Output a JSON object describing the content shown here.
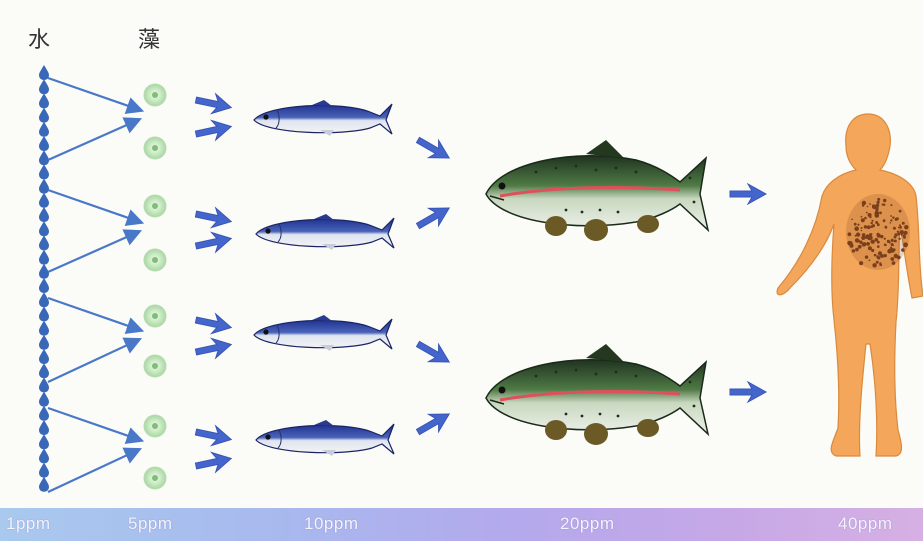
{
  "headers": {
    "water": "水",
    "algae": "藻"
  },
  "scale_labels": [
    "1ppm",
    "5ppm",
    "10ppm",
    "20ppm",
    "40ppm"
  ],
  "colors": {
    "water_drop": "#3a68b8",
    "arrow": "#4466cc",
    "algae": "#c6e8c0",
    "sardine_back": "#22349a",
    "trout_back": "#2d4a2a",
    "trout_stripe": "#e0505a",
    "human": "#f4a65a",
    "human_spots": "#8a4a22"
  }
}
